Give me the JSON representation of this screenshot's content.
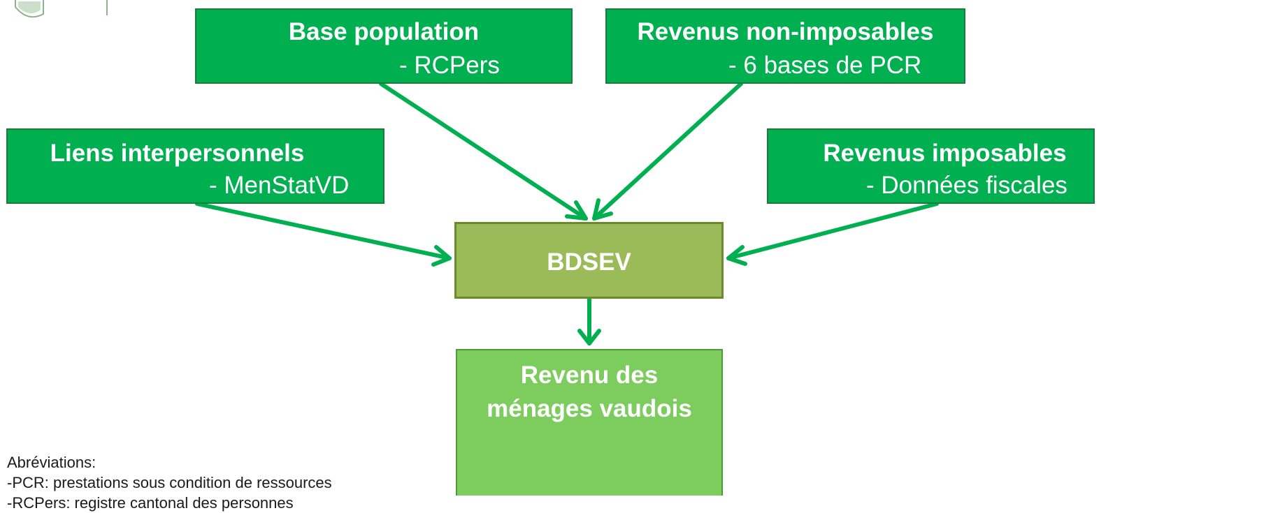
{
  "boxes": {
    "base_population": {
      "title": "Base population",
      "sub": "- RCPers"
    },
    "revenus_non_imposables": {
      "title": "Revenus non-imposables",
      "sub": "- 6 bases de PCR"
    },
    "liens_interpersonnels": {
      "title": "Liens interpersonnels",
      "sub": "-  MenStatVD"
    },
    "revenus_imposables": {
      "title": "Revenus imposables",
      "sub": "- Données fiscales"
    },
    "bdsev": {
      "title": "BDSEV"
    },
    "revenu_menages": {
      "title_line1": "Revenu des",
      "title_line2": "ménages vaudois"
    }
  },
  "notes": {
    "heading": "Abréviations:",
    "line1": "-PCR: prestations sous condition de ressources",
    "line2": "-RCPers: registre cantonal des personnes"
  },
  "colors": {
    "box_green": "#00b050",
    "box_border": "#1e7a3c",
    "bdsev_fill": "#9bbb59",
    "bdsev_border": "#6b8a2e",
    "result_fill": "#7ccc5e",
    "arrow": "#00b050",
    "logo": "#8db58d"
  },
  "icons": {
    "logo": "shield-logo-icon"
  }
}
